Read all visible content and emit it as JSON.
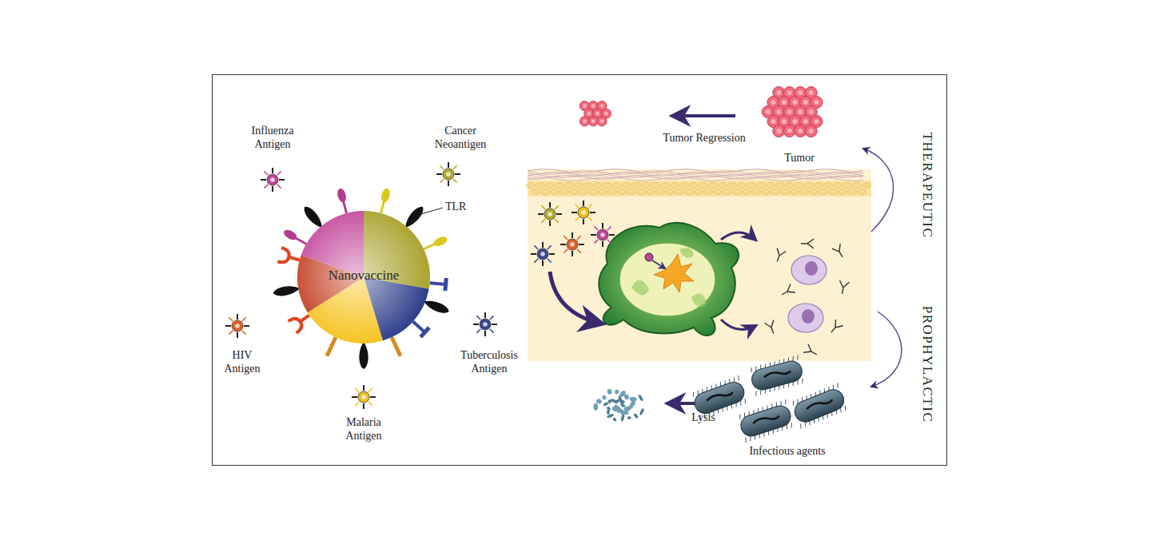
{
  "diagram": {
    "nodes": [
      {
        "text": [
          "Nanovaccine"
        ]
      }
    ],
    "labels": [
      "Influenza Antigen",
      "Cancer Neoantigen",
      "TLR",
      "HIV Antigen",
      "Tuberculosis Antigen",
      "Malaria Antigen",
      "Tumor Regression",
      "Tumor",
      "THERAPEUTIC",
      "PROPHYLACTIC",
      "Lysis",
      "Infectious agents"
    ]
  }
}
